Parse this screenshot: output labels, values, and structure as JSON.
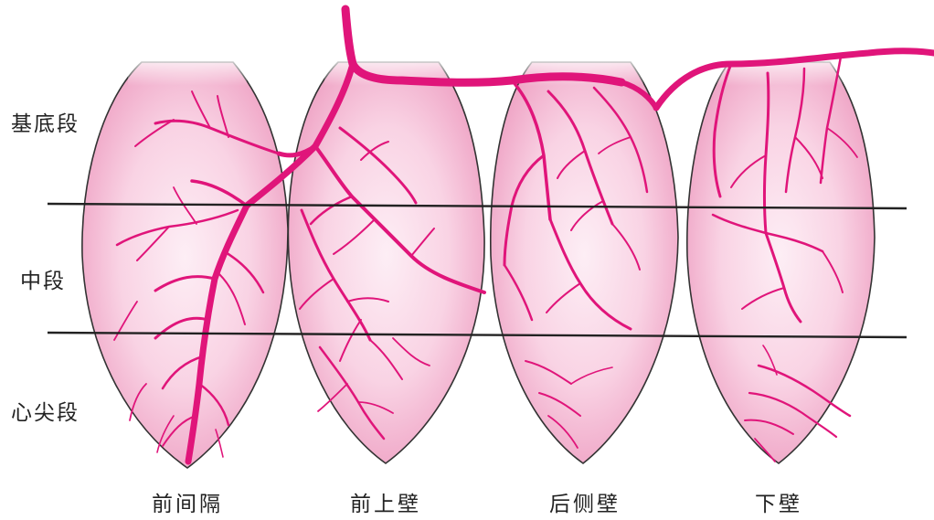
{
  "rows": {
    "basal": "基底段",
    "mid": "中段",
    "apical": "心尖段"
  },
  "segments": [
    "前间隔",
    "前上壁",
    "后侧壁",
    "下壁"
  ],
  "colors": {
    "vessel": "#e0157a",
    "chamber_center": "#fdeaf2",
    "chamber_edge": "#f0a9c8",
    "outline": "#333333",
    "divider": "#222222"
  }
}
